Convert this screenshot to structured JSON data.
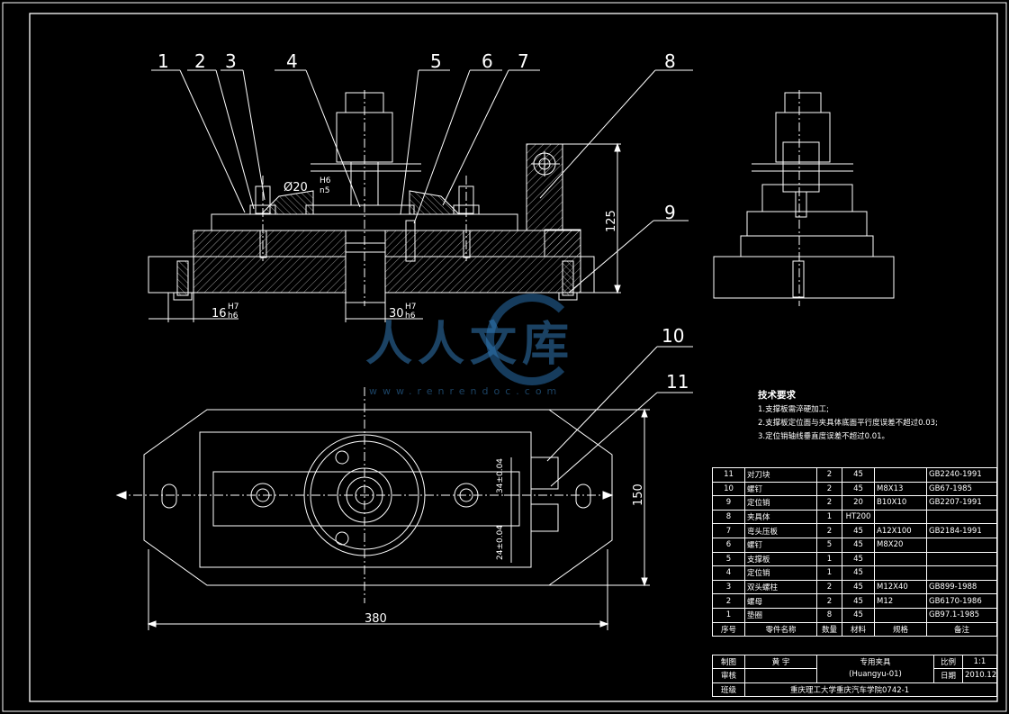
{
  "balloons": [
    "1",
    "2",
    "3",
    "4",
    "5",
    "6",
    "7",
    "8",
    "9",
    "10",
    "11"
  ],
  "dimensions": {
    "d20": "Ø20",
    "d20_fit_top": "H6",
    "d20_fit_bottom": "n5",
    "d16": "16",
    "d16_fit_top": "H7",
    "d16_fit_bottom": "h6",
    "d30": "30",
    "d30_fit_top": "H7",
    "d30_fit_bottom": "h6",
    "d125": "125",
    "d34": "34±0.04",
    "d24": "24±0.04",
    "d150": "150",
    "d380": "380"
  },
  "tech_requirements": {
    "title": "技术要求",
    "items": [
      "1.支撑板需淬硬加工;",
      "2.支撑板定位面与夹具体底面平行度误差不超过0.03;",
      "3.定位销轴线垂直度误差不超过0.01。"
    ]
  },
  "bom": {
    "rows": [
      [
        "11",
        "对刀块",
        "2",
        "45",
        "",
        "GB2240-1991"
      ],
      [
        "10",
        "螺钉",
        "2",
        "45",
        "M8X13",
        "GB67-1985"
      ],
      [
        "9",
        "定位销",
        "2",
        "20",
        "B10X10",
        "GB2207-1991"
      ],
      [
        "8",
        "夹具体",
        "1",
        "HT200",
        "",
        ""
      ],
      [
        "7",
        "弯头压板",
        "2",
        "45",
        "A12X100",
        "GB2184-1991"
      ],
      [
        "6",
        "螺钉",
        "5",
        "45",
        "M8X20",
        ""
      ],
      [
        "5",
        "支撑板",
        "1",
        "45",
        "",
        ""
      ],
      [
        "4",
        "定位销",
        "1",
        "45",
        "",
        ""
      ],
      [
        "3",
        "双头螺柱",
        "2",
        "45",
        "M12X40",
        "GB899-1988"
      ],
      [
        "2",
        "螺母",
        "2",
        "45",
        "M12",
        "GB6170-1986"
      ],
      [
        "1",
        "垫圈",
        "8",
        "45",
        "",
        "GB97.1-1985"
      ]
    ],
    "headers": [
      "序号",
      "零件名称",
      "数量",
      "材料",
      "规格",
      "备注"
    ]
  },
  "title_block": {
    "draw_label": "制图",
    "drafter": "黄 宇",
    "review_label": "审核",
    "class_label": "班级",
    "drawing_name": "专用夹具",
    "drawing_code": "(Huangyu-01)",
    "scale_label": "比例",
    "scale_value": "1:1",
    "date_label": "日期",
    "date_value": "2010.12",
    "school": "重庆理工大学重庆汽车学院0742-1"
  },
  "watermark": {
    "text": "人人文库",
    "url": "www.renrendoc.com"
  }
}
